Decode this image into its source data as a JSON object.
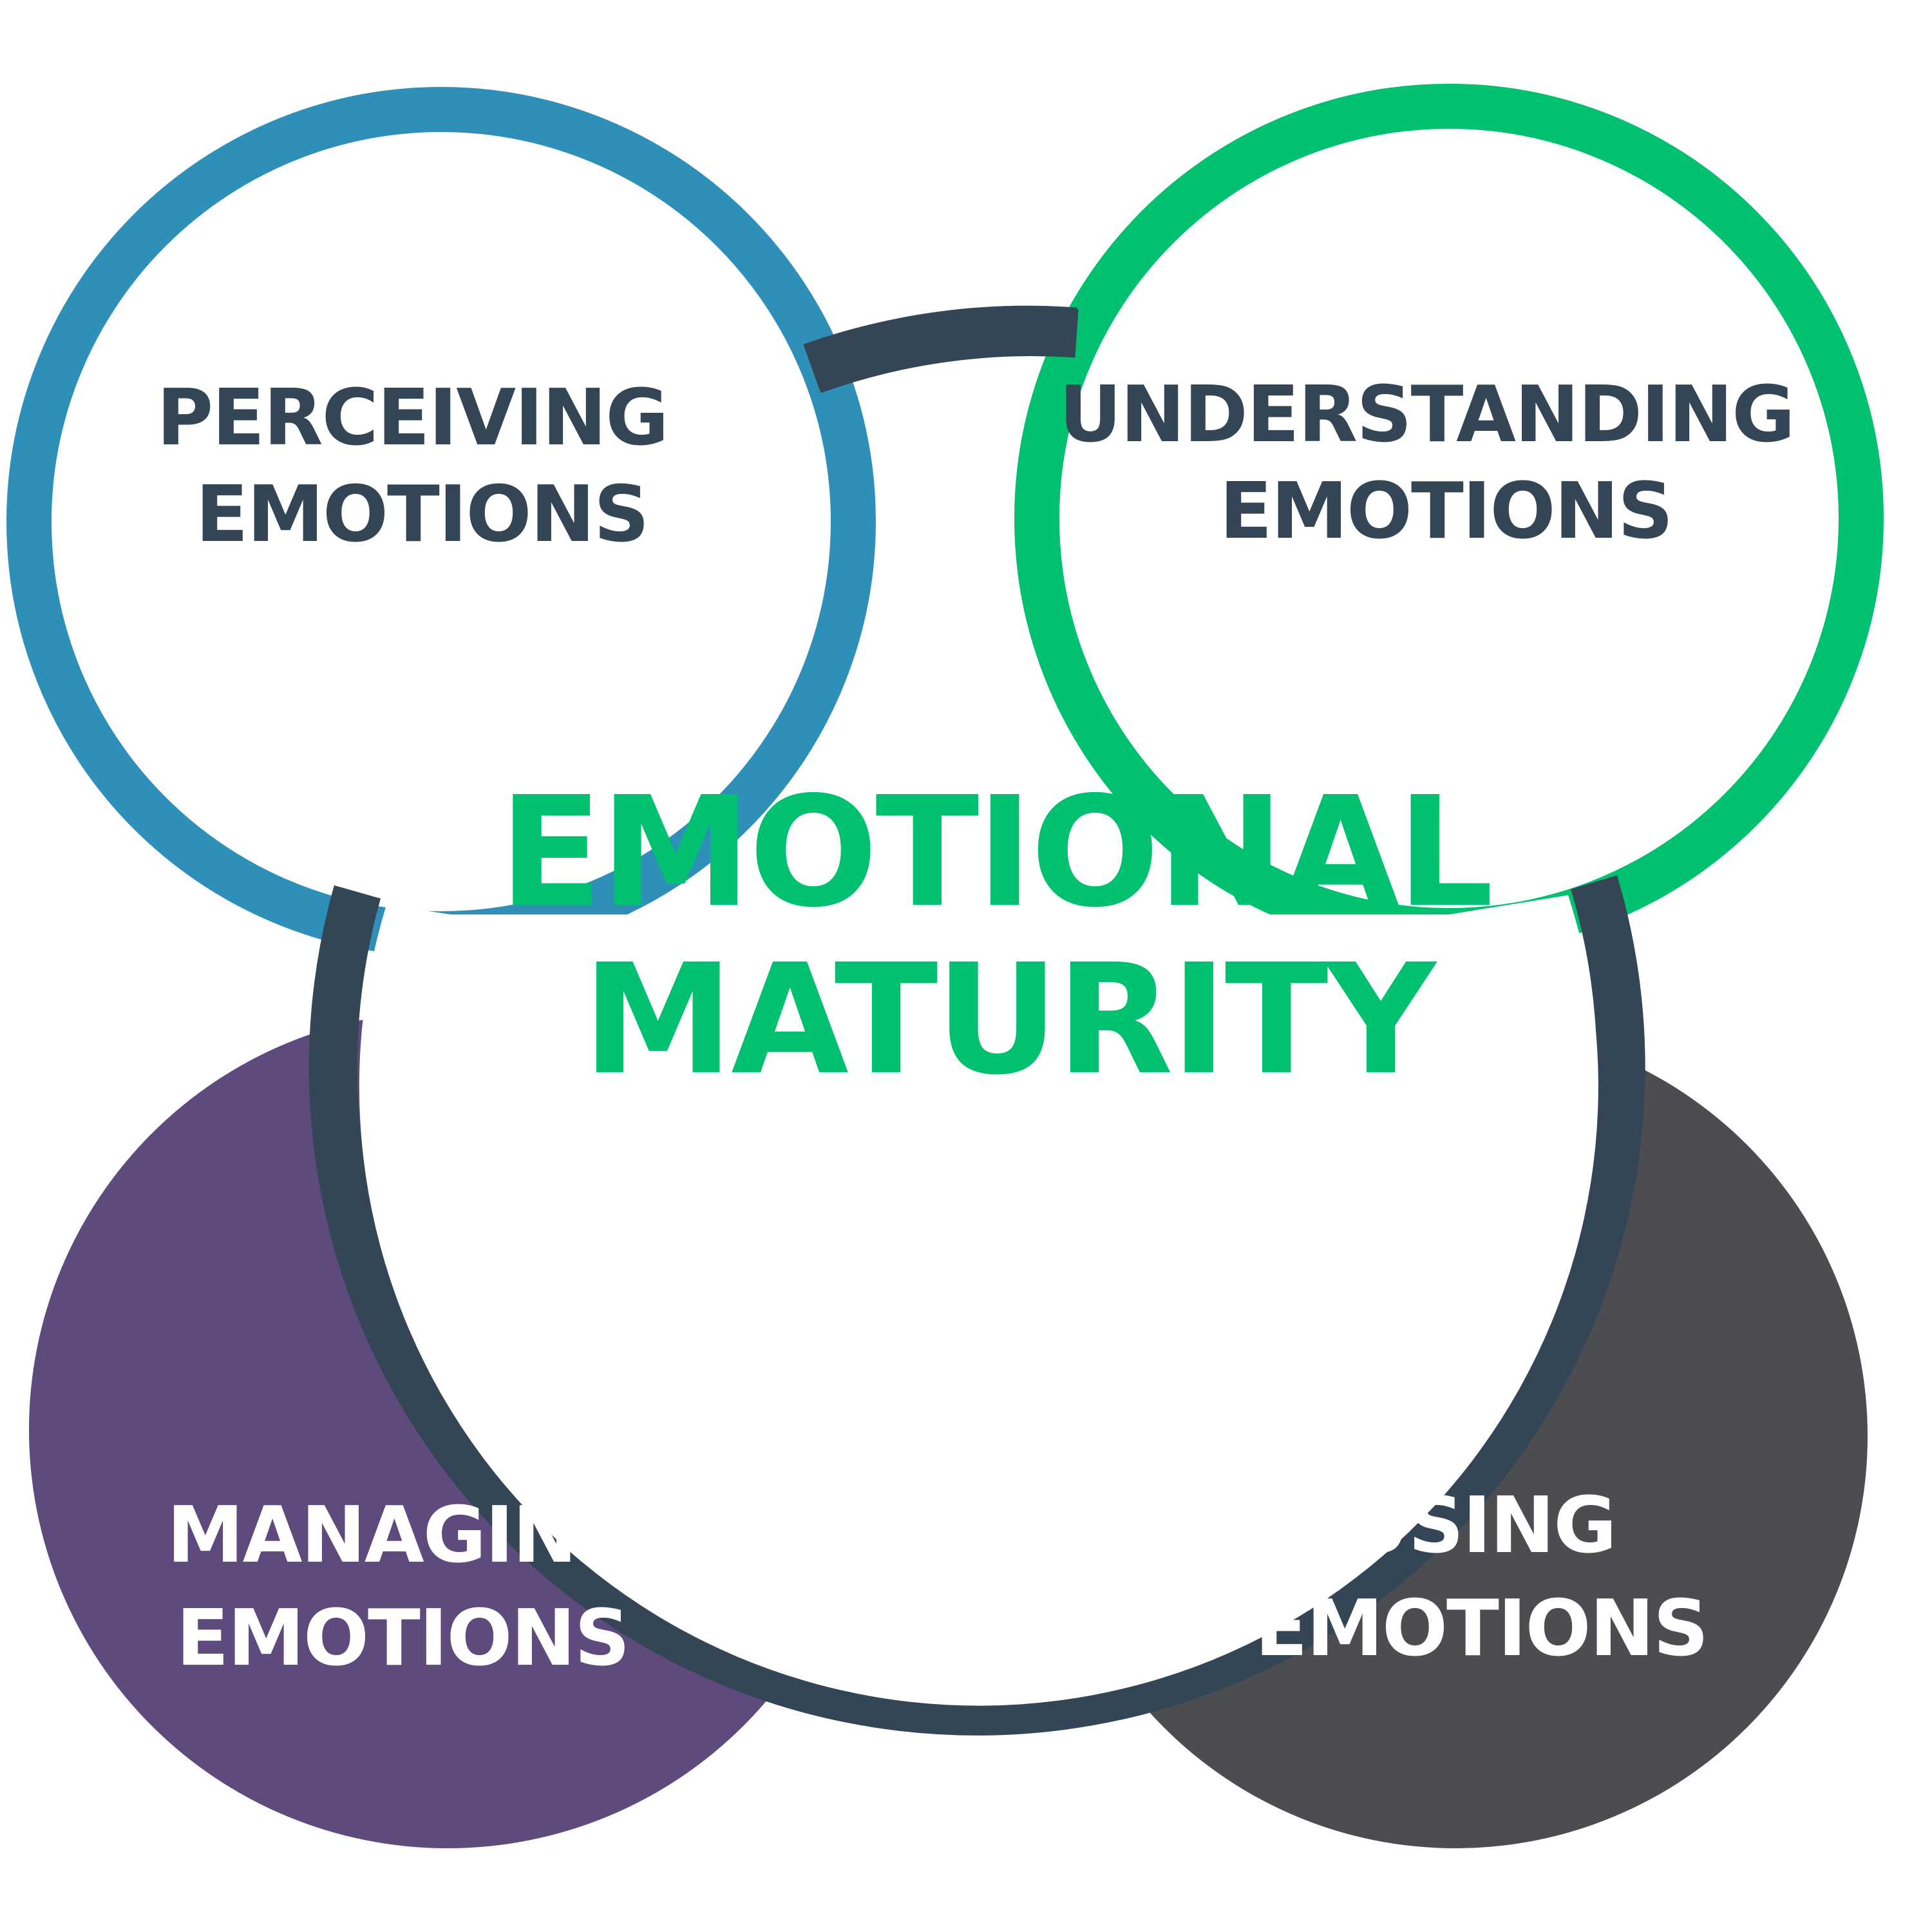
{
  "center": {
    "line1": "EMOTIONAL",
    "line2": "MATURITY"
  },
  "quadrants": {
    "perceiving": {
      "line1": "PERCEIVING",
      "line2": "EMOTIONS"
    },
    "understanding": {
      "line1": "UNDERSTANDING",
      "line2": "EMOTIONS"
    },
    "managing": {
      "line1": "MANAGING",
      "line2": "EMOTIONS"
    },
    "using": {
      "line1": "USING",
      "line2": "EMOTIONS"
    }
  },
  "colors": {
    "perceiving_ring": "#2e8fb8",
    "understanding_ring": "#00c170",
    "managing_fill": "#5e4a7d",
    "using_fill": "#4c4d50",
    "center_ring": "#344656",
    "center_text": "#00c170",
    "dark_text": "#344656",
    "light_text": "#ffffff"
  }
}
